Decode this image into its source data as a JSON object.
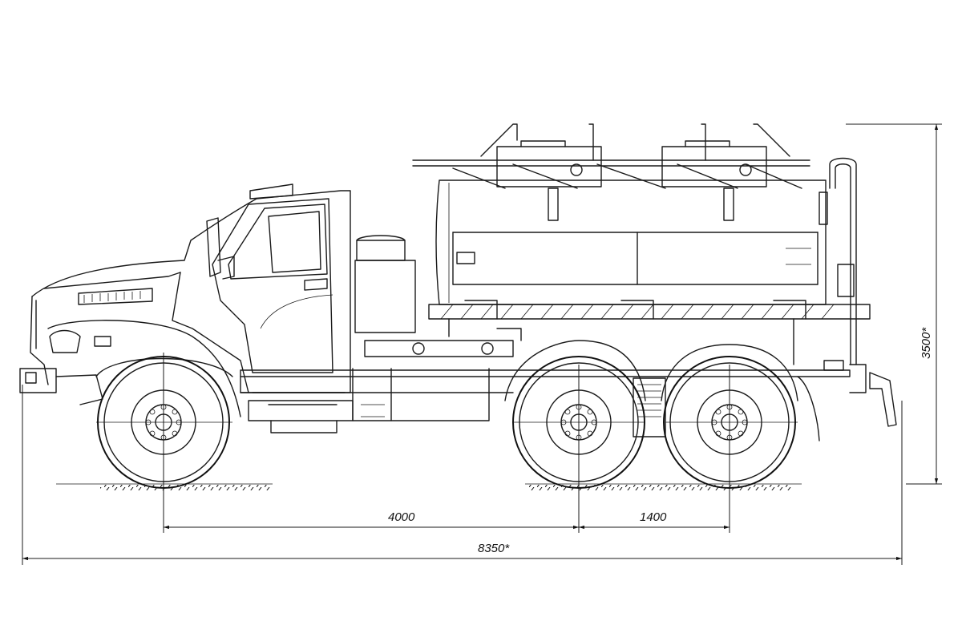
{
  "dimensions": {
    "wheelbase_front": "4000",
    "wheelbase_rear": "1400",
    "overall_length": "8350*",
    "overall_height": "3500*"
  }
}
